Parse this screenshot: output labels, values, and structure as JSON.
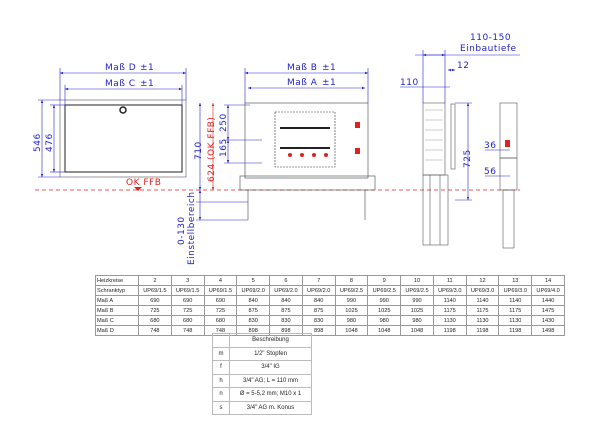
{
  "drawing": {
    "front": {
      "dim_d": "Maß D",
      "dim_c": "Maß C",
      "tol": "±1",
      "h_outer": "546",
      "h_inner": "476",
      "ok_ffb": "OK FFB"
    },
    "install": {
      "dim_b": "Maß B",
      "dim_a": "Maß A",
      "tol": "±1",
      "h_710": "710",
      "h_624": "624 (OK FFB)",
      "h_250": "250",
      "h_165": "165",
      "range": "0-130",
      "range_label": "Einstellbereich"
    },
    "side": {
      "depth": "110-150",
      "depth_label": "Einbautiefe",
      "d12": "12",
      "d110": "110",
      "h725": "725",
      "d36": "36",
      "d56": "56"
    }
  },
  "spec_table": {
    "rows": [
      [
        "Heizkreise",
        "2",
        "3",
        "4",
        "5",
        "6",
        "7",
        "8",
        "9",
        "10",
        "11",
        "12",
        "13",
        "14"
      ],
      [
        "Schranktyp",
        "UP69/1.5",
        "UP69/1.5",
        "UP69/1.5",
        "UP69/2.0",
        "UP69/2.0",
        "UP69/2.0",
        "UP69/2.5",
        "UP69/2.5",
        "UP69/2.5",
        "UP69/3.0",
        "UP69/3.0",
        "UP69/3.0",
        "UP69/4.0"
      ],
      [
        "Maß A",
        "690",
        "690",
        "690",
        "840",
        "840",
        "840",
        "990",
        "990",
        "990",
        "1140",
        "1140",
        "1140",
        "1440"
      ],
      [
        "Maß B",
        "725",
        "725",
        "725",
        "875",
        "875",
        "875",
        "1025",
        "1025",
        "1025",
        "1175",
        "1175",
        "1175",
        "1475"
      ],
      [
        "Maß C",
        "680",
        "680",
        "680",
        "830",
        "830",
        "830",
        "980",
        "980",
        "980",
        "1130",
        "1130",
        "1130",
        "1430"
      ],
      [
        "Maß D",
        "748",
        "748",
        "748",
        "898",
        "898",
        "898",
        "1048",
        "1048",
        "1048",
        "1198",
        "1198",
        "1198",
        "1498"
      ]
    ]
  },
  "legend_table": {
    "header": "Beschreibung",
    "rows": [
      [
        "m",
        "1/2\" Stopfen"
      ],
      [
        "f",
        "3/4\" IG"
      ],
      [
        "h",
        "3/4\" AG; L = 110 mm"
      ],
      [
        "n",
        "Ø = 5-5,2 mm; M10 x 1"
      ],
      [
        "s",
        "3/4\" AG m. Konus"
      ]
    ]
  },
  "colors": {
    "dimension": "#2222cc",
    "ffb": "#e02020",
    "outline": "#444444"
  }
}
